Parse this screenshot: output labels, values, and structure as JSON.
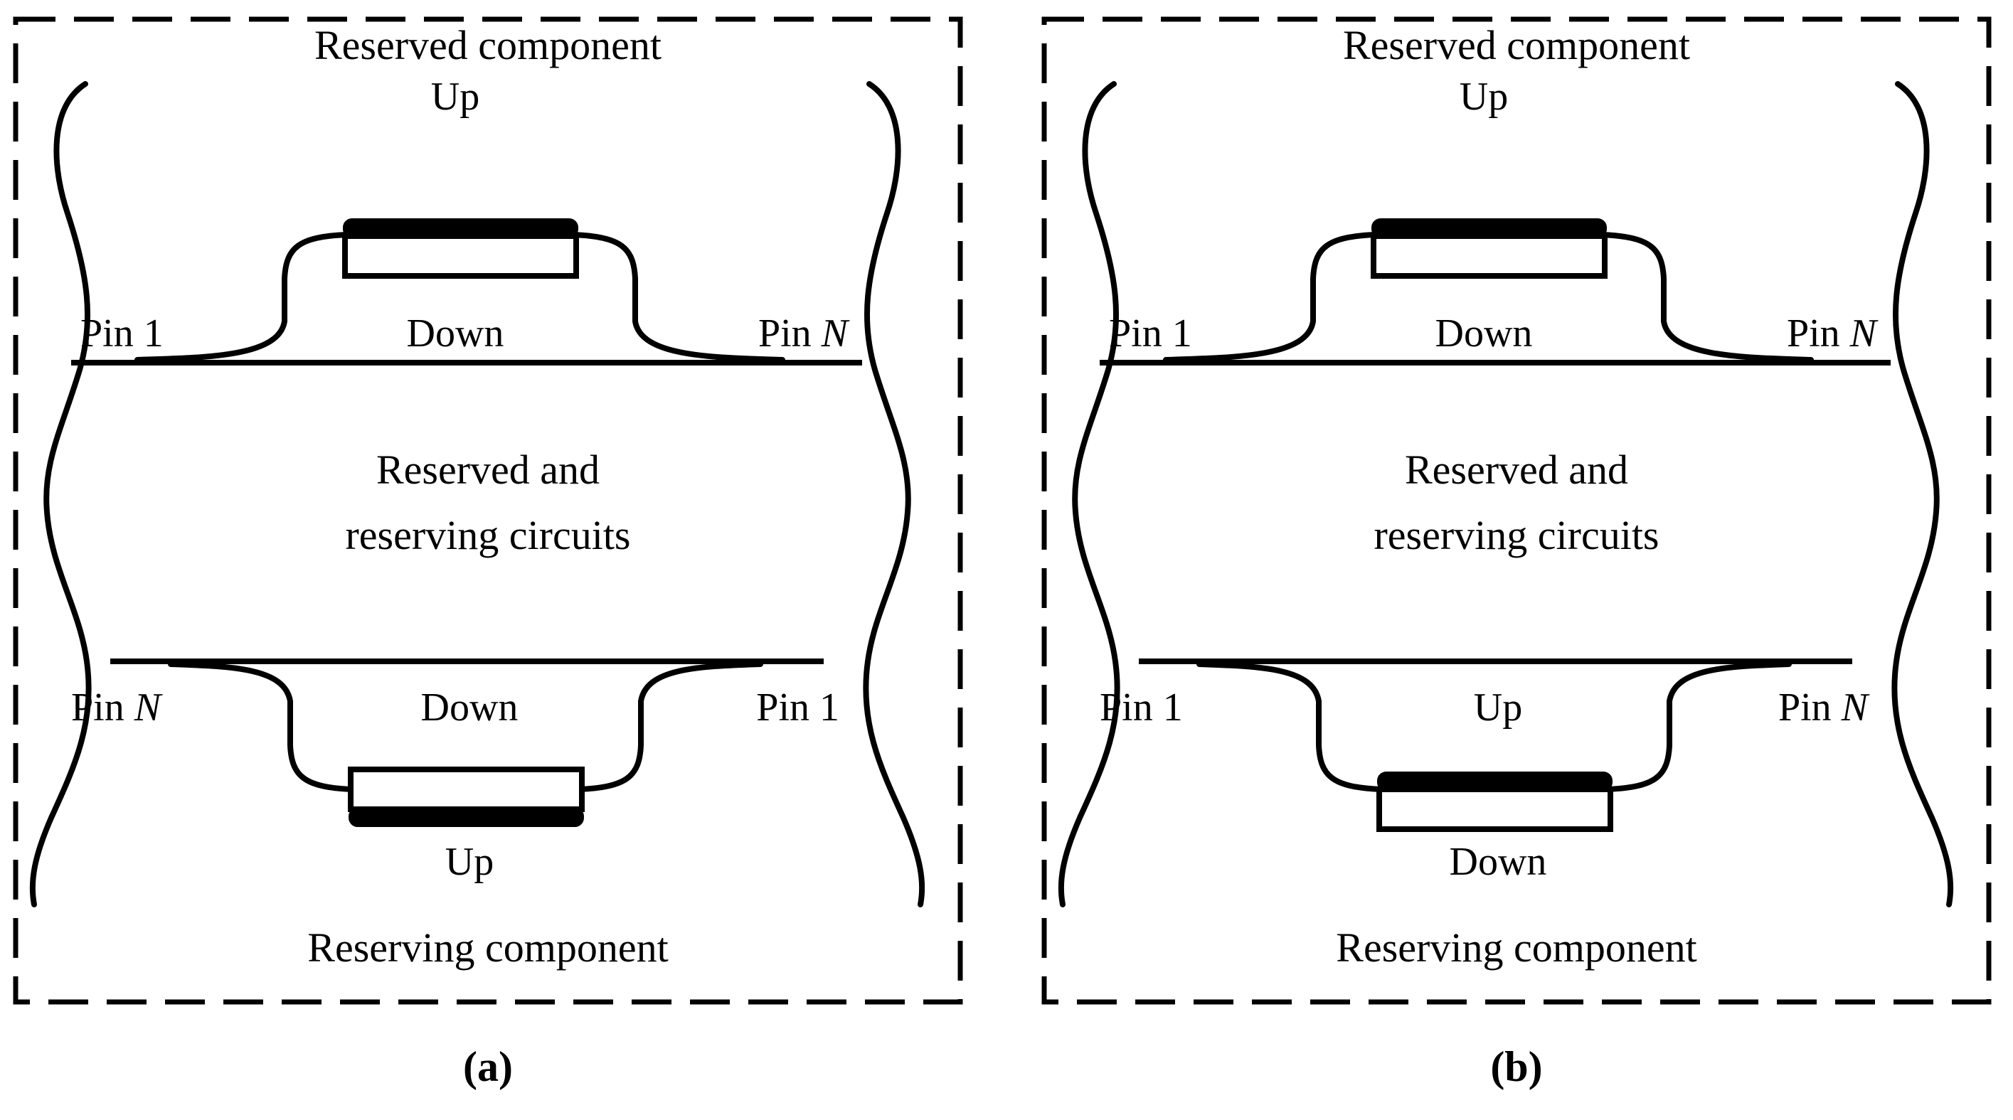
{
  "figure": {
    "title": "Reserved and reserving component mounting orientations",
    "background_color": "#ffffff",
    "line_color": "#000000"
  },
  "panels": [
    {
      "id": "a",
      "caption": "(a)",
      "top_title": "Reserved component",
      "middle_text_line1": "Reserved and",
      "middle_text_line2": "reserving circuits",
      "bottom_title": "Reserving component",
      "top_component": {
        "label_above": "Up",
        "label_below": "Down",
        "pin_left_prefix": "Pin ",
        "pin_left_value": "1",
        "pin_right_prefix": "Pin ",
        "pin_right_value": "N",
        "marker_side": "top"
      },
      "bottom_component": {
        "label_above": "Down",
        "label_below": "Up",
        "pin_left_prefix": "Pin ",
        "pin_left_value": "N",
        "pin_right_prefix": "Pin ",
        "pin_right_value": "1",
        "marker_side": "bottom"
      }
    },
    {
      "id": "b",
      "caption": "(b)",
      "top_title": "Reserved component",
      "middle_text_line1": "Reserved and",
      "middle_text_line2": "reserving circuits",
      "bottom_title": "Reserving component",
      "top_component": {
        "label_above": "Up",
        "label_below": "Down",
        "pin_left_prefix": "Pin ",
        "pin_left_value": "1",
        "pin_right_prefix": "Pin ",
        "pin_right_value": "N",
        "marker_side": "top"
      },
      "bottom_component": {
        "label_above": "Up",
        "label_below": "Down",
        "pin_left_prefix": "Pin ",
        "pin_left_value": "1",
        "pin_right_prefix": "Pin ",
        "pin_right_value": "N",
        "marker_side": "top"
      }
    }
  ]
}
